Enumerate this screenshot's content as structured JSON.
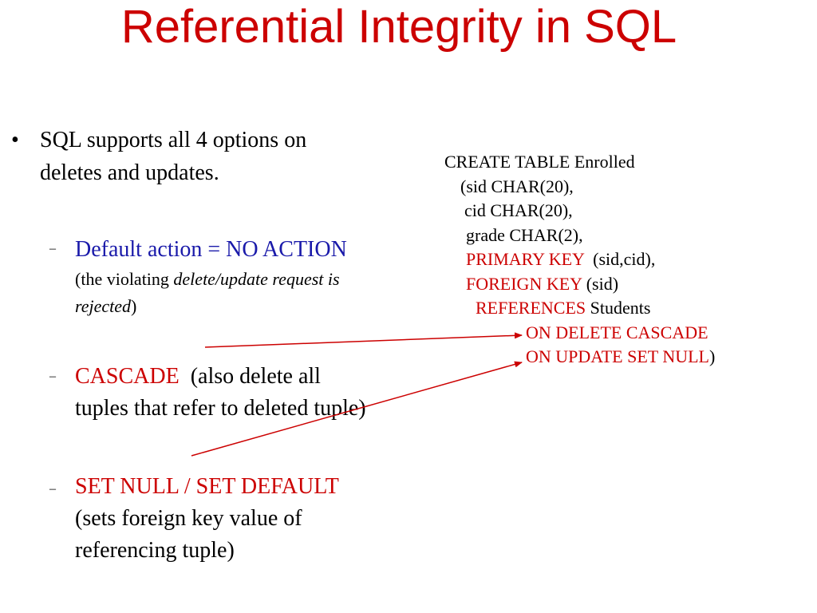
{
  "title": "Referential Integrity in SQL",
  "bullet": {
    "marker": "•",
    "line1": "SQL supports all 4 options on",
    "line2": "deletes and updates."
  },
  "items": [
    {
      "dash": "–",
      "head": "Default action = NO ACTION",
      "sub_open": "(the violating ",
      "sub_italic1": "delete/update request is",
      "sub_italic2": "rejected",
      "sub_close": ")"
    },
    {
      "dash": "–",
      "keyword": "CASCADE",
      "rest1": "  (also delete all",
      "line2": "tuples that refer to deleted tuple)"
    },
    {
      "dash": "–",
      "keyword": "SET NULL / SET DEFAULT",
      "line2": "(sets foreign key value of",
      "line3": "referencing tuple)"
    }
  ],
  "code": {
    "l1": "CREATE TABLE Enrolled",
    "l2": "(sid CHAR(20),",
    "l3": "cid CHAR(20),",
    "l4": "grade CHAR(2),",
    "l5_kw": "PRIMARY KEY",
    "l5_rest": "  (sid,cid),",
    "l6_kw": "FOREIGN KEY",
    "l6_rest": " (sid)",
    "l7_kw": "REFERENCES",
    "l7_rest": " Students",
    "l8_kw": "ON DELETE CASCADE",
    "l9_kw": "ON UPDATE SET NULL",
    "l9_rest": ")"
  },
  "colors": {
    "title": "#cc0000",
    "keyword": "#cc0000",
    "default_action": "#1a1aaa",
    "arrow": "#cc0000"
  }
}
